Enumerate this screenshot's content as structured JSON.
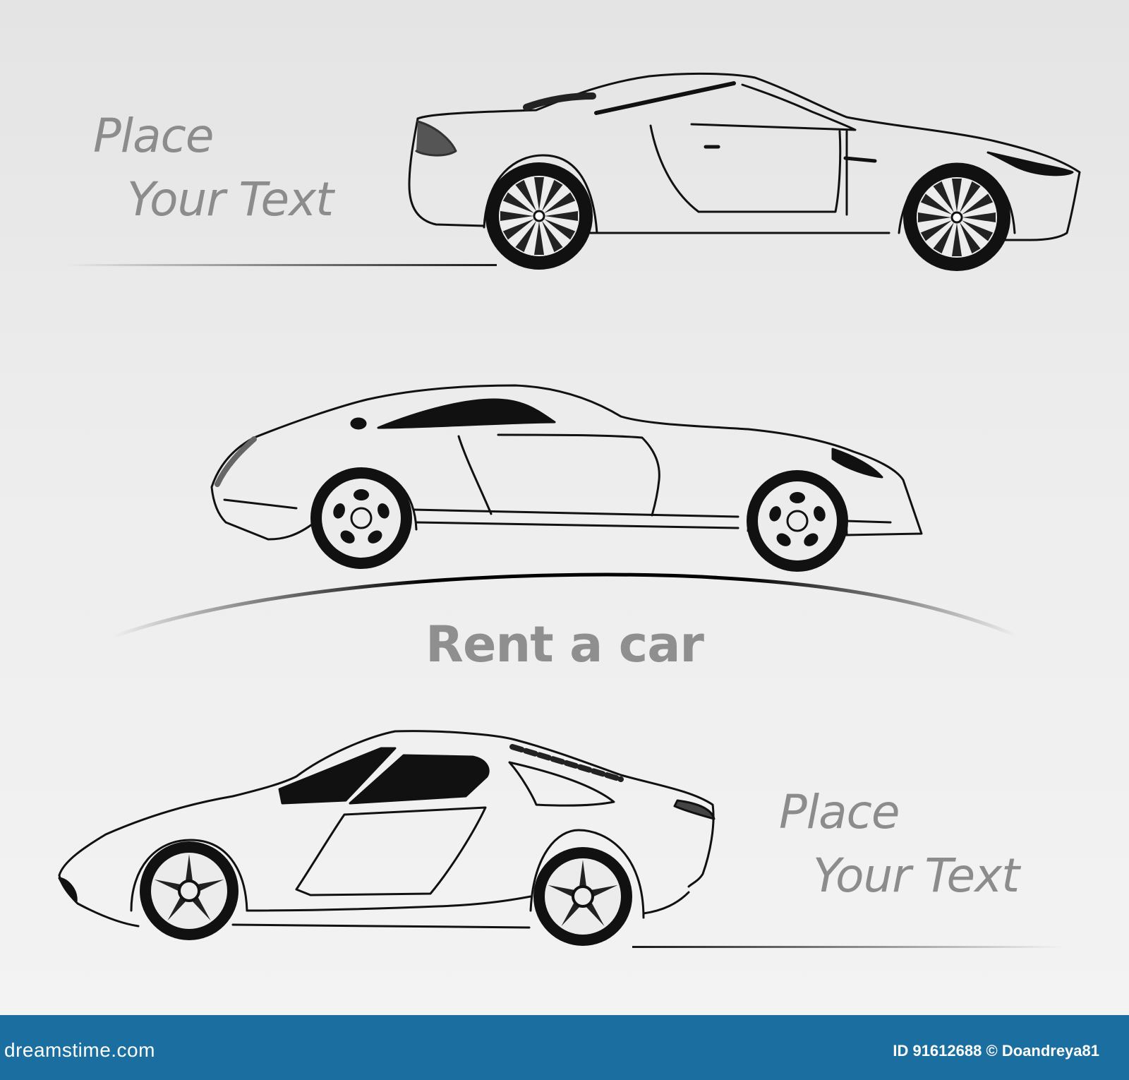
{
  "captions": {
    "top_line1": "Place",
    "top_line2": "Your Text",
    "middle": "Rent a car",
    "bottom_line1": "Place",
    "bottom_line2": "Your Text"
  },
  "footer": {
    "brand": "dreamstime.com",
    "image_id_label": "ID 91612688",
    "copyright_sign": "©",
    "author": "Doandreya81"
  },
  "icons": [
    "gt-coupe-side-icon",
    "sports-car-side-icon",
    "retro-supercar-side-icon"
  ],
  "colors": {
    "background": "#ececec",
    "caption_text": "#8c8c8c",
    "footer_bar": "#1a6fa0"
  }
}
